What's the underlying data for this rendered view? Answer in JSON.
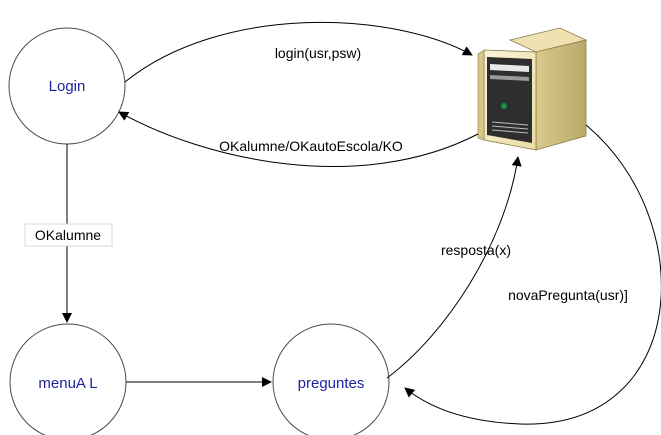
{
  "nodes": {
    "login": "Login",
    "menu": "menuA L",
    "preguntes": "preguntes"
  },
  "edges": {
    "login_request": "login(usr,psw)",
    "login_response": "OKalumne/OKautoEscola/KO",
    "ok_alumne": "OKalumne",
    "resposta": "resposta(x)",
    "nova_pregunta": "novaPregunta(usr)]"
  },
  "icons": {
    "server": "server-tower-icon"
  },
  "colors": {
    "node_text": "#1f1f9e",
    "server_body": "#f3e7bd",
    "server_face": "#2a2a2a",
    "server_led": "#1f8a4c"
  }
}
